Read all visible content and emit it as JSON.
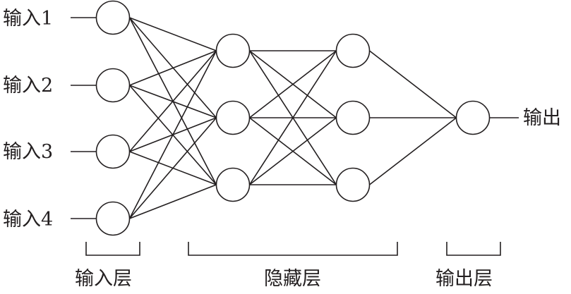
{
  "inputs": [
    "输入1",
    "输入2",
    "输入3",
    "输入4"
  ],
  "output": "输出",
  "layers": {
    "input": "输入层",
    "hidden": "隐藏层",
    "output": "输出层"
  },
  "network": {
    "input_nodes": 4,
    "hidden_layers": [
      3,
      3
    ],
    "output_nodes": 1
  },
  "colors": {
    "stroke": "#231f20",
    "fill": "#ffffff"
  }
}
